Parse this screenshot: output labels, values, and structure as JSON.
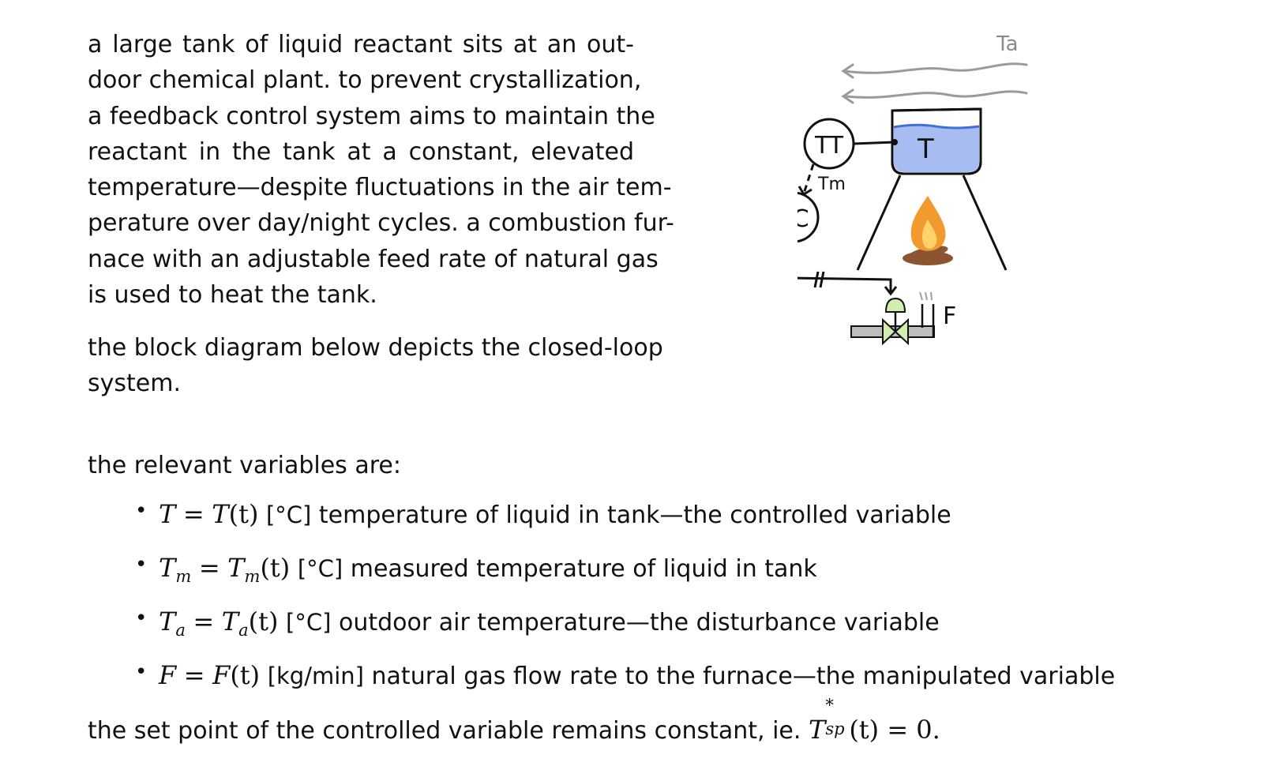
{
  "intro_lines": [
    "a large tank of liquid reactant sits at an out-",
    "door chemical plant.  to prevent crystallization,",
    "a feedback control system aims to maintain the",
    "reactant in the tank at a constant, elevated",
    "temperature—despite fluctuations in the air tem-",
    "perature over day/night cycles. a combustion fur-",
    "nace with an adjustable feed rate of natural gas",
    "is used to heat the tank."
  ],
  "block_lines": [
    "the block diagram below depicts the closed-loop",
    "system."
  ],
  "variables_heading": "the relevant variables are:",
  "variables": [
    {
      "sym": "T",
      "sub": "",
      "eq": "=",
      "fn_sym": "T",
      "fn_sub": "",
      "arg": "(t)",
      "unit": "[°C]",
      "desc": "temperature of liquid in tank—the controlled variable"
    },
    {
      "sym": "T",
      "sub": "m",
      "eq": "=",
      "fn_sym": "T",
      "fn_sub": "m",
      "arg": "(t)",
      "unit": "[°C]",
      "desc": "measured temperature of liquid in tank"
    },
    {
      "sym": "T",
      "sub": "a",
      "eq": "=",
      "fn_sym": "T",
      "fn_sub": "a",
      "arg": "(t)",
      "unit": "[°C]",
      "desc": "outdoor air temperature—the disturbance variable"
    },
    {
      "sym": "F",
      "sub": "",
      "eq": "=",
      "fn_sym": "F",
      "fn_sub": "",
      "arg": "(t)",
      "unit": "[kg/min]",
      "desc": "natural gas flow rate to the furnace—the manipulated variable"
    }
  ],
  "setpoint": {
    "text": "the set point of the controlled variable remains constant, ie.",
    "sym": "T",
    "sup": "*",
    "sub": "sp",
    "rest": "(t) = 0."
  },
  "diagram": {
    "air_label": "Ta",
    "transmitter_label": "TT",
    "controller_label": "TC",
    "tank_label": "T",
    "measured_label": "Tm",
    "flow_label": "F",
    "colors": {
      "liquid": "#a7bdf2",
      "liquid_surface": "#3f6fd8",
      "air_lines": "#9a9a9a",
      "valve": "#cfeeb0",
      "pipe": "#bdbdbd",
      "flame": "#f29a2e",
      "logs": "#8a5530"
    }
  }
}
